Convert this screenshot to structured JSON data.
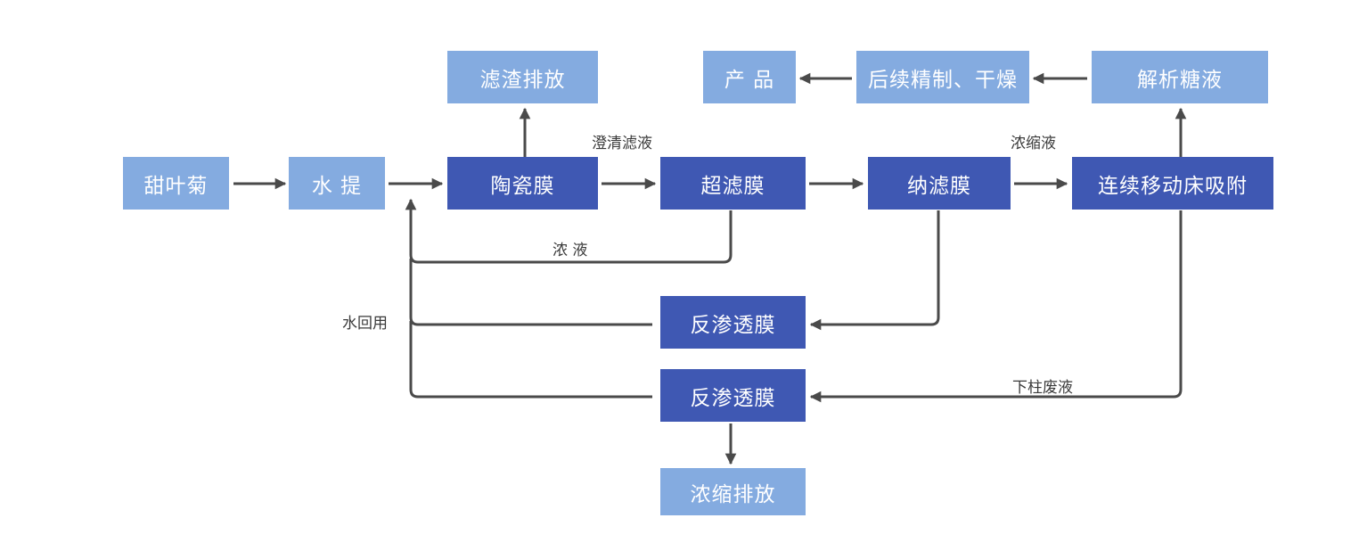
{
  "nodes": {
    "stevia": "甜叶菊",
    "water_extract": "水 提",
    "ceramic_membrane": "陶瓷膜",
    "ultrafiltration": "超滤膜",
    "nanofiltration": "纳滤膜",
    "continuous_adsorption": "连续移动床吸附",
    "residue_discharge": "滤渣排放",
    "product": "产 品",
    "refine_dry": "后续精制、干燥",
    "desorbed_sugar": "解析糖液",
    "ro_membrane_1": "反渗透膜",
    "ro_membrane_2": "反渗透膜",
    "concentrate_discharge": "浓缩排放"
  },
  "labels": {
    "clarified_filtrate": "澄清滤液",
    "concentrate_top": "浓缩液",
    "concentrate_loop": "浓 液",
    "water_reuse": "水回用",
    "column_waste": "下柱废液"
  },
  "colors": {
    "light_box": "#84abe0",
    "dark_box": "#3f58b3",
    "arrow": "#4a4a4a"
  }
}
